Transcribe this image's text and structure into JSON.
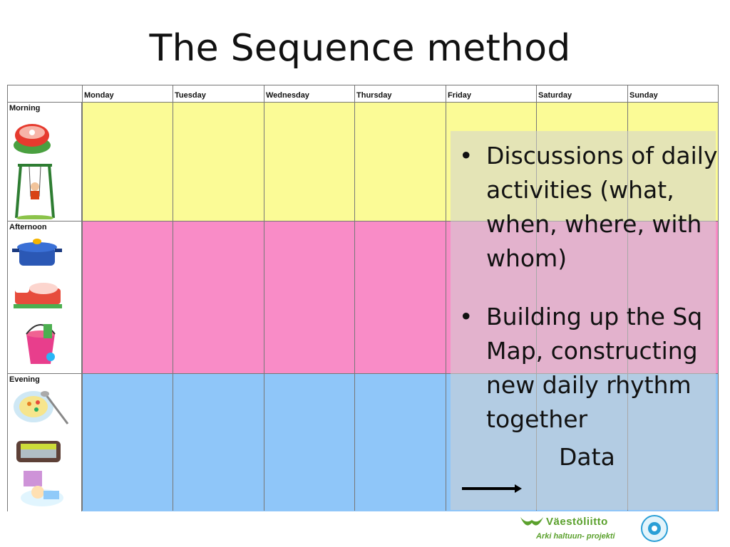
{
  "title": "The Sequence method",
  "schedule": {
    "days": [
      "Monday",
      "Tuesday",
      "Wednesday",
      "Thursday",
      "Friday",
      "Saturday",
      "Sunday"
    ],
    "periods": [
      {
        "label": "Morning",
        "color": "#fbfb96"
      },
      {
        "label": "Afternoon",
        "color": "#f98cc7"
      },
      {
        "label": "Evening",
        "color": "#8fc6f9"
      }
    ],
    "icons": [
      "soup-bowl-icon",
      "swing-icon",
      "cooking-pot-icon",
      "bed-icon",
      "bucket-icon",
      "soup-plate-icon",
      "bath-icon",
      "sleeping-child-icon"
    ]
  },
  "bullets": [
    "Discussions of daily activities (what, when, where, with whom)",
    "Building up the Sq Map, constructing new daily rhythm together"
  ],
  "bullet_symbol": "•",
  "data_label": "Data",
  "logos": {
    "vaestoliitto": "Väestöliitto",
    "project": "Arki haltuun- projekti"
  }
}
